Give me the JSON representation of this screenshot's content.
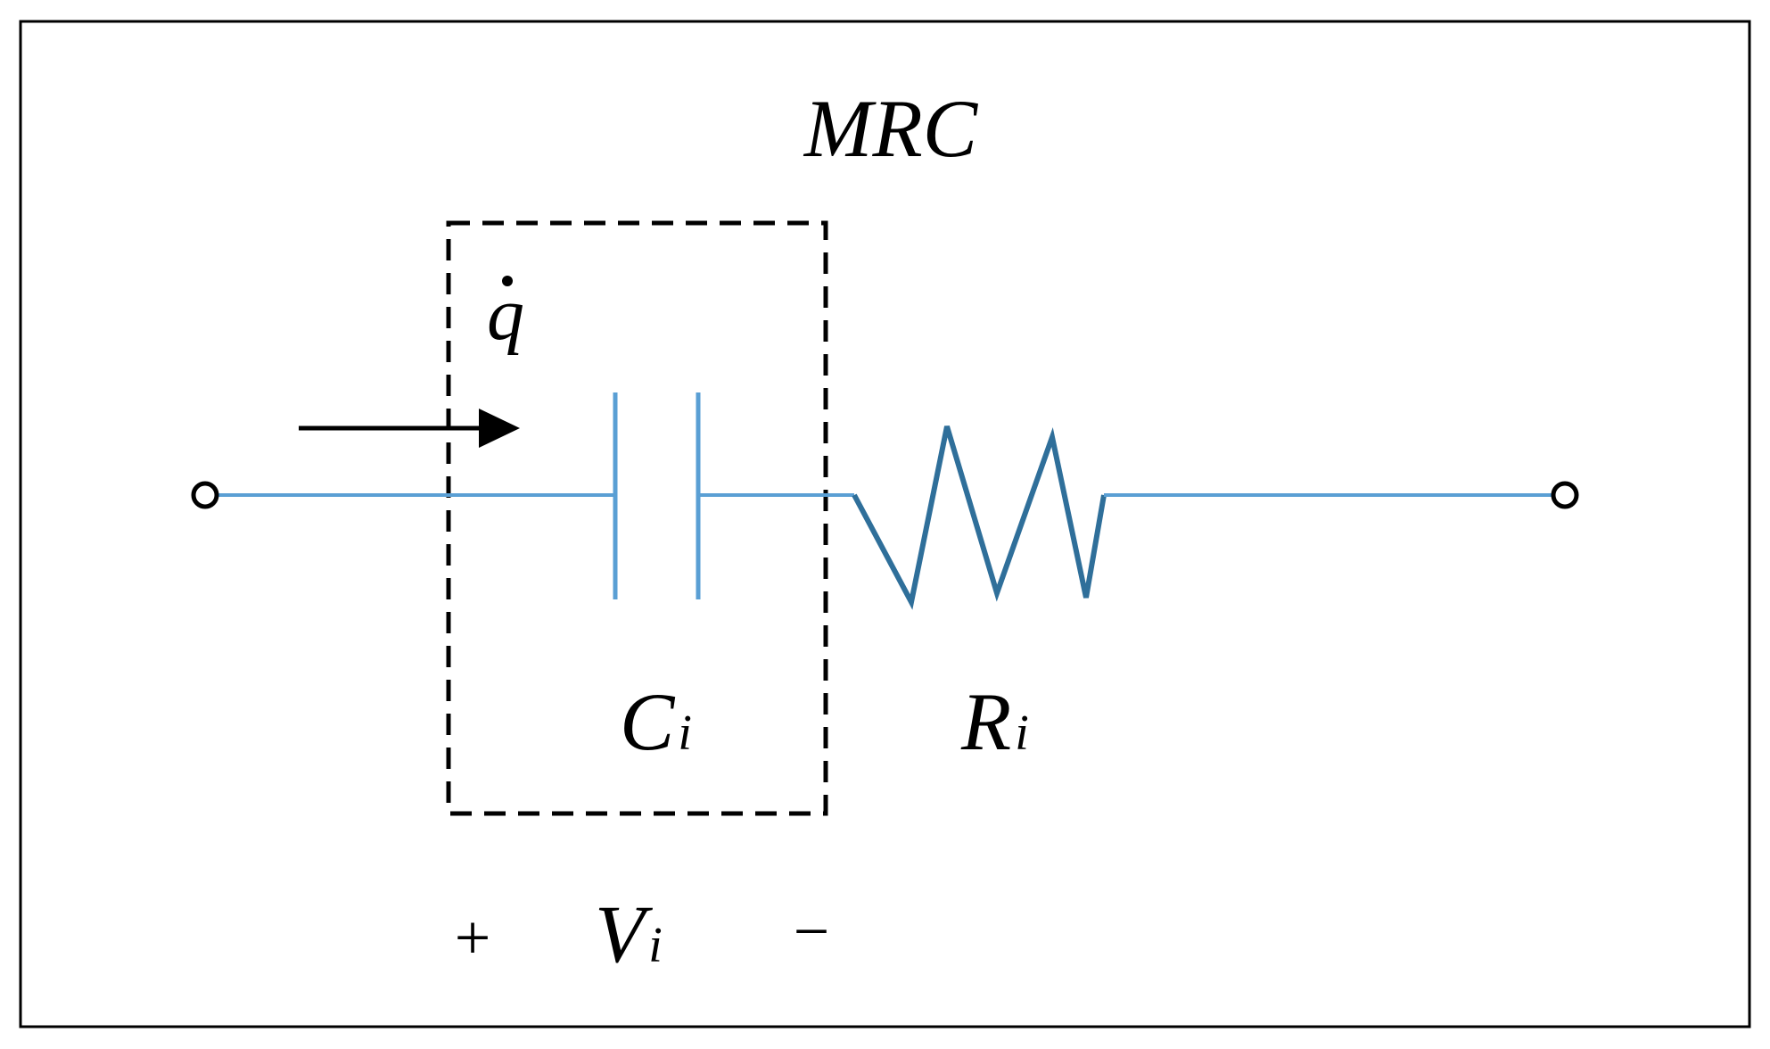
{
  "diagram": {
    "title": "MRC",
    "current_label": "q",
    "capacitor_label": {
      "main": "C",
      "sub": "i"
    },
    "resistor_label": {
      "main": "R",
      "sub": "i"
    },
    "voltage_label": {
      "main": "V",
      "sub": "i"
    },
    "plus_sign": "+",
    "minus_sign": "−"
  },
  "colors": {
    "wire": "#5a9fd4",
    "resistor": "#2f6f9a",
    "frame": "#000000",
    "text": "#000000"
  }
}
